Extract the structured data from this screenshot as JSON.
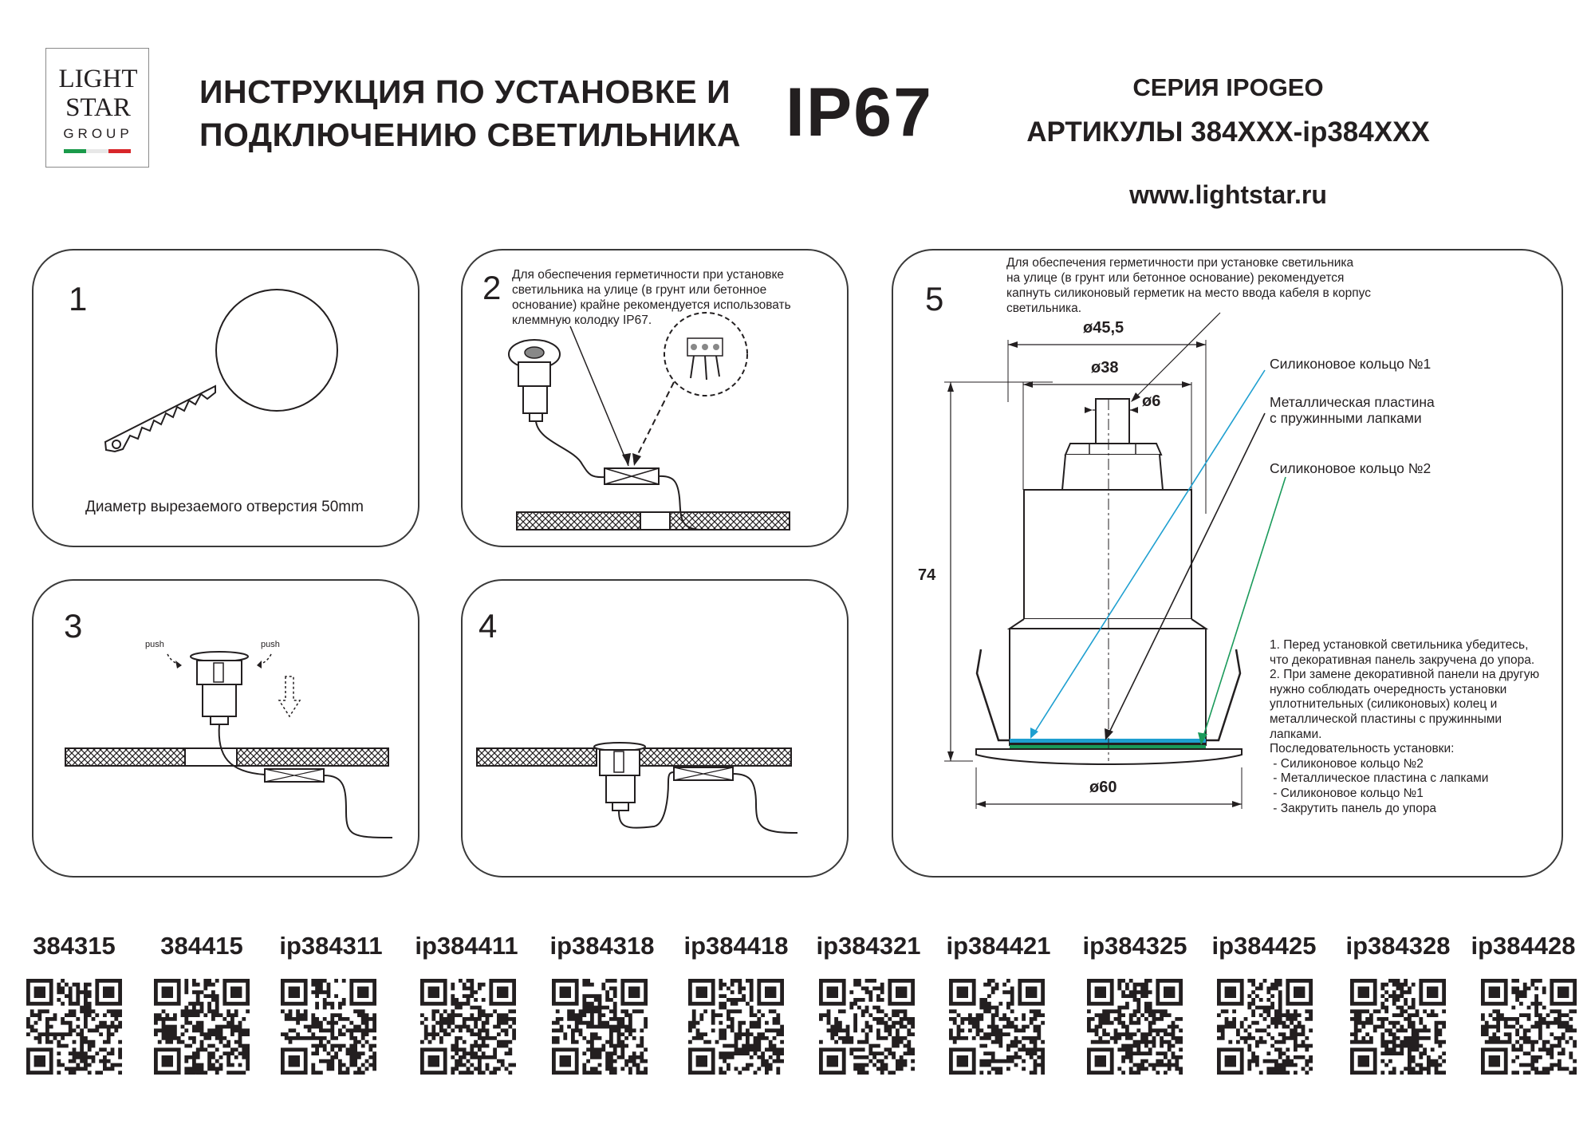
{
  "header": {
    "logo": {
      "line1": "LIGHT",
      "line2": "STAR",
      "line3": "GROUP"
    },
    "title_line1": "ИНСТРУКЦИЯ ПО УСТАНОВКЕ И",
    "title_line2": "ПОДКЛЮЧЕНИЮ СВЕТИЛЬНИКА",
    "ip_rating": "IP67",
    "series": "СЕРИЯ IPOGEO",
    "articles": "АРТИКУЛЫ 384XXX-ip384XXX",
    "website": "www.lightstar.ru"
  },
  "steps": [
    {
      "number": "1",
      "caption": "Диаметр вырезаемого отверстия 50mm"
    },
    {
      "number": "2",
      "note": [
        "Для обеспечения герметичности при установке",
        "светильника на улице (в грунт или бетонное",
        "основание) крайне рекомендуется использовать",
        "клеммную колодку IP67."
      ]
    },
    {
      "number": "3",
      "push_left": "push",
      "push_right": "push"
    },
    {
      "number": "4"
    },
    {
      "number": "5",
      "note": [
        "Для обеспечения герметичности при установке светильника",
        "на улице (в грунт или бетонное основание) рекомендуется",
        "капнуть силиконовый герметик на место ввода кабеля в корпус",
        "светильника."
      ],
      "dimensions": {
        "outer": "ø45,5",
        "inner": "ø38",
        "cable": "ø6",
        "height": "74",
        "base": "ø60"
      },
      "labels": {
        "ring1": "Силиконовое кольцо №1",
        "plate_line1": "Металлическая пластина",
        "plate_line2": "с пружинными лапками",
        "ring2": "Силиконовое кольцо №2"
      },
      "instructions": [
        "1. Перед установкой светильника убедитесь,",
        "что декоративная панель закручена до упора.",
        "2. При замене декоративной панели на другую",
        "нужно соблюдать очередность установки",
        "уплотнительных (силиконовых) колец и",
        "металлической пластины с пружинными",
        "лапками.",
        "Последовательность установки:",
        " - Силиконовое кольцо №2",
        " - Металлическое пластина с лапками",
        " - Силиконовое кольцо №1",
        " - Закрутить панель до упора"
      ],
      "colors": {
        "ring1": "#1e9fd0",
        "plate": "#231f20",
        "ring2": "#1a9a5a"
      }
    }
  ],
  "articles": [
    "384315",
    "384415",
    "ip384311",
    "ip384411",
    "ip384318",
    "ip384418",
    "ip384321",
    "ip384421",
    "ip384325",
    "ip384425",
    "ip384328",
    "ip384428"
  ]
}
